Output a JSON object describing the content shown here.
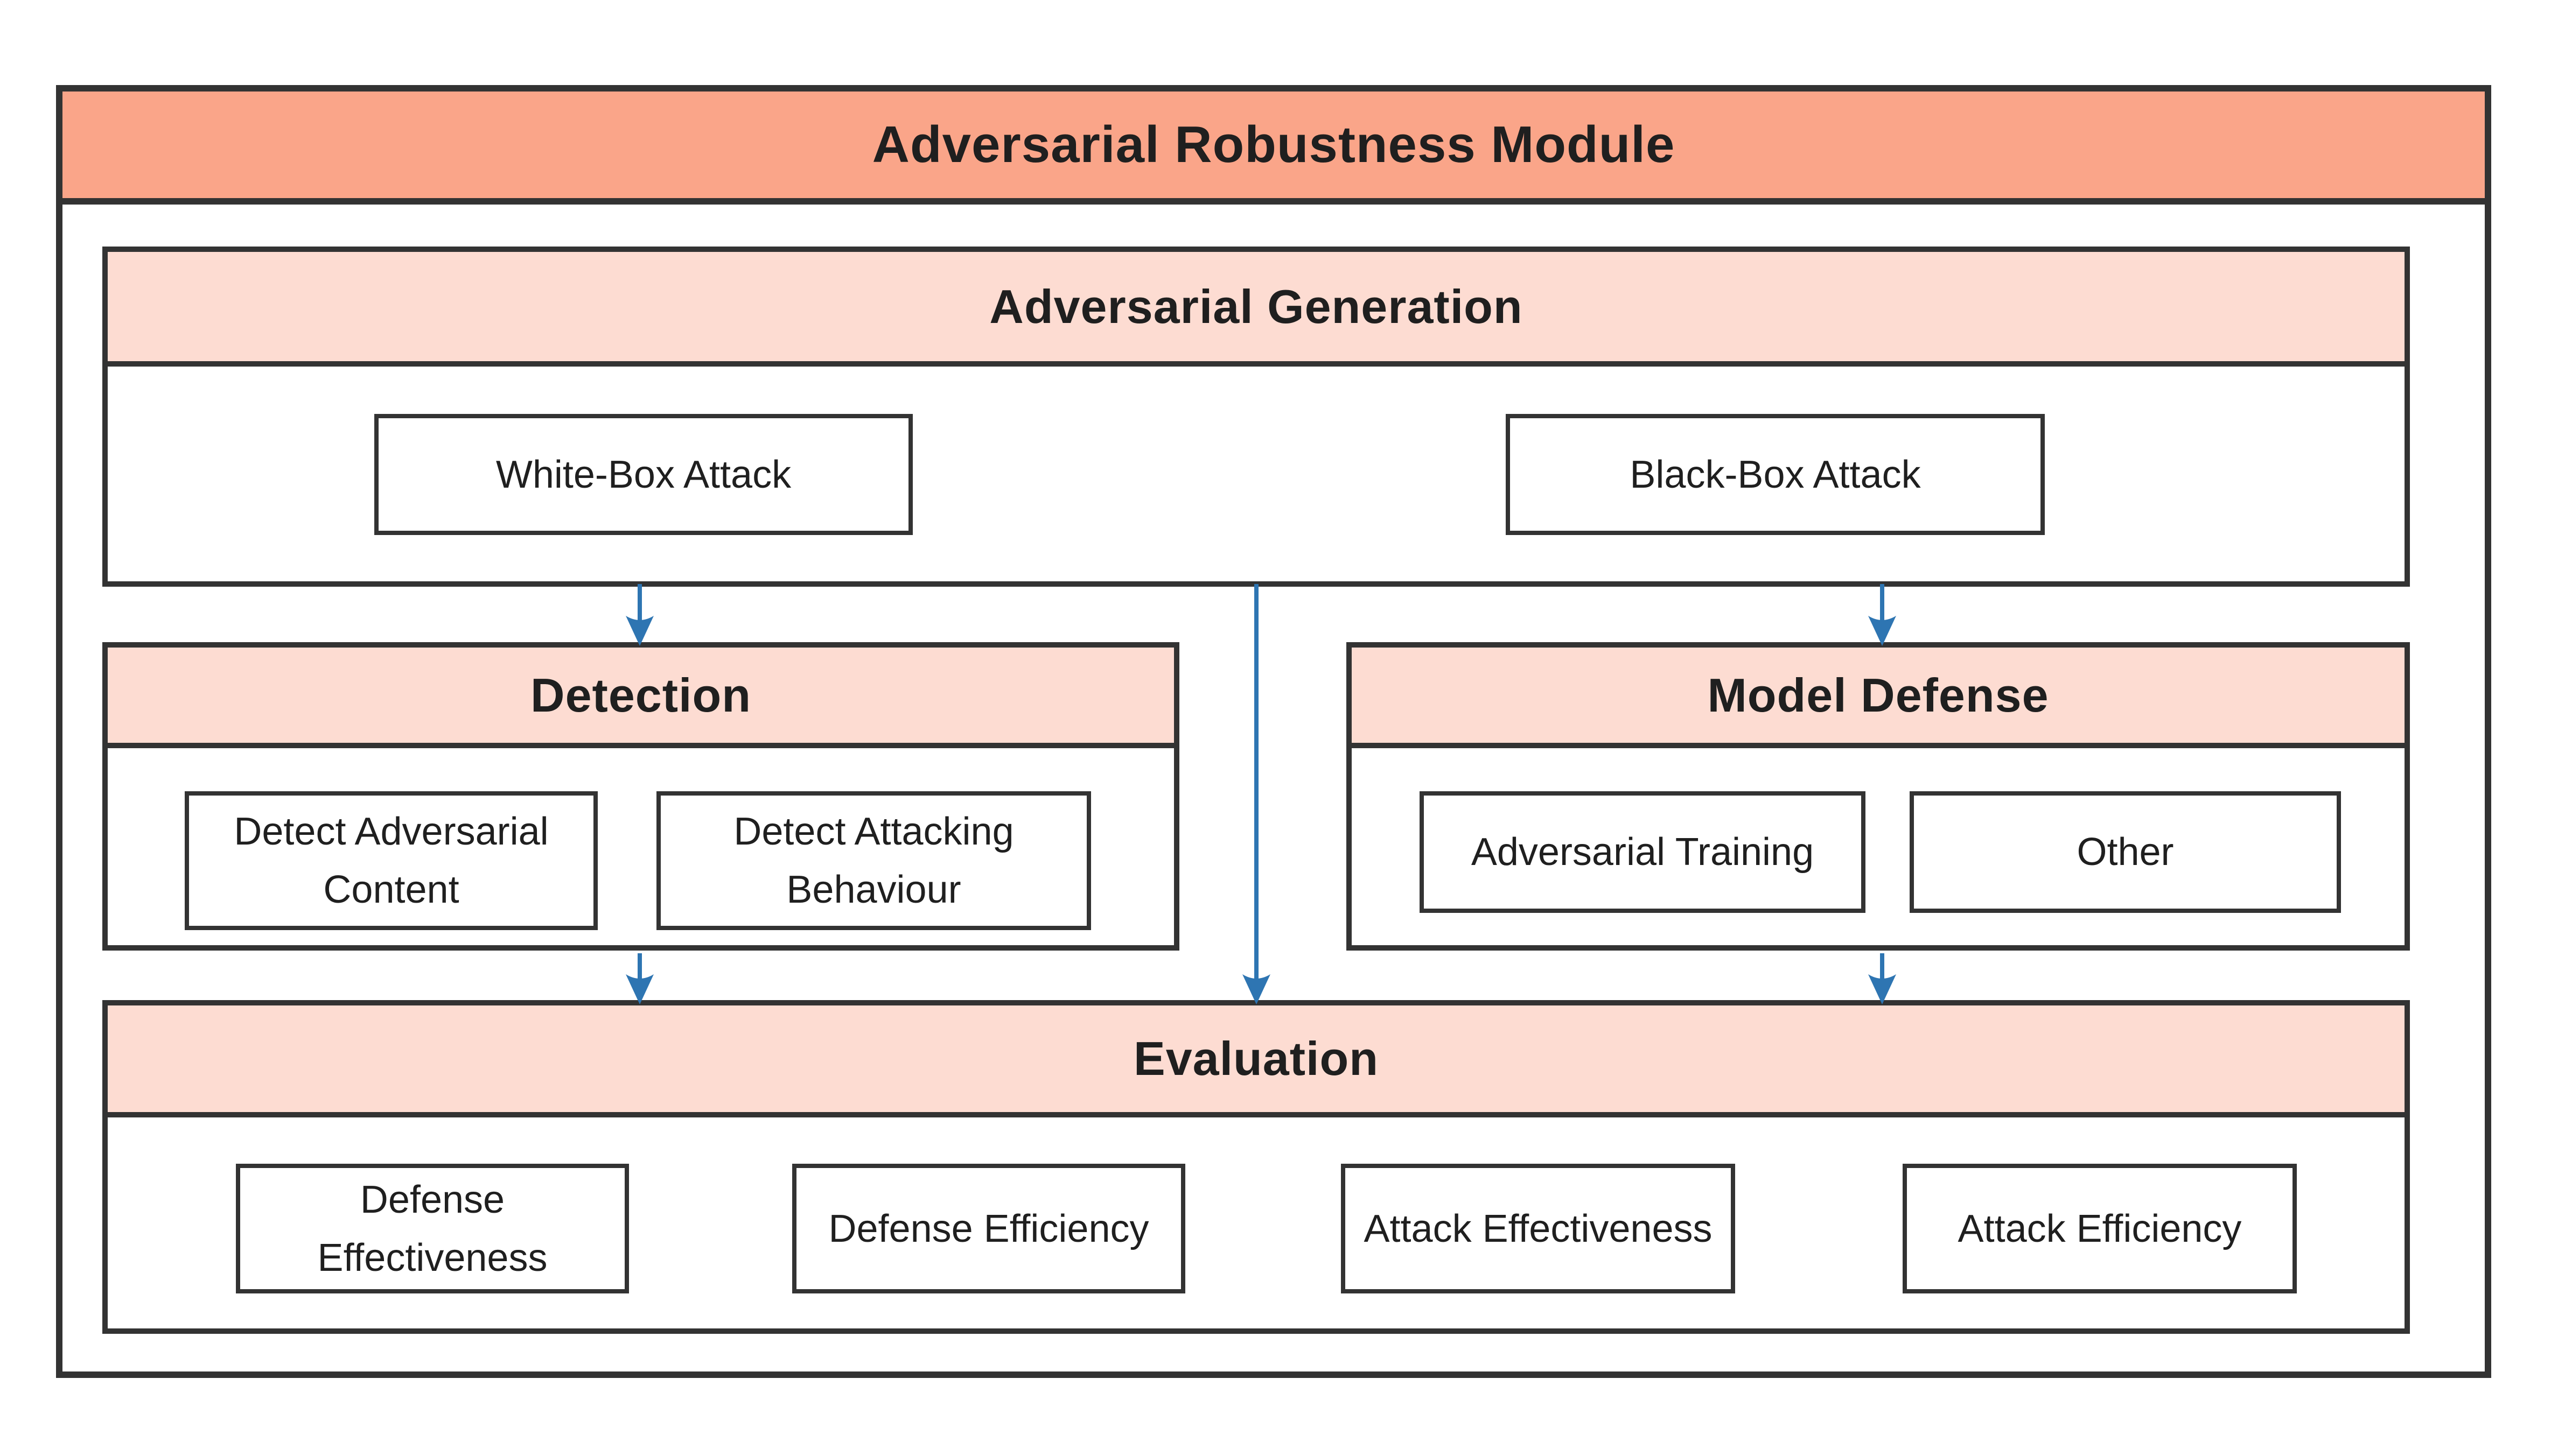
{
  "title": "Adversarial Robustness Module",
  "colors": {
    "title_bg": "#FAA589",
    "section_header_bg": "#FDDCD2",
    "border": "#333333",
    "arrow": "#2E75B2",
    "text": "#1F1F1F"
  },
  "sections": {
    "generation": {
      "header": "Adversarial Generation",
      "items": [
        {
          "label": "White-Box Attack"
        },
        {
          "label": "Black-Box Attack"
        }
      ]
    },
    "detection": {
      "header": "Detection",
      "items": [
        {
          "label": "Detect Adversarial Content"
        },
        {
          "label": "Detect Attacking Behaviour"
        }
      ]
    },
    "defense": {
      "header": "Model Defense",
      "items": [
        {
          "label": "Adversarial Training"
        },
        {
          "label": "Other"
        }
      ]
    },
    "evaluation": {
      "header": "Evaluation",
      "items": [
        {
          "label": "Defense Effectiveness"
        },
        {
          "label": "Defense Efficiency"
        },
        {
          "label": "Attack Effectiveness"
        },
        {
          "label": "Attack Efficiency"
        }
      ]
    }
  }
}
